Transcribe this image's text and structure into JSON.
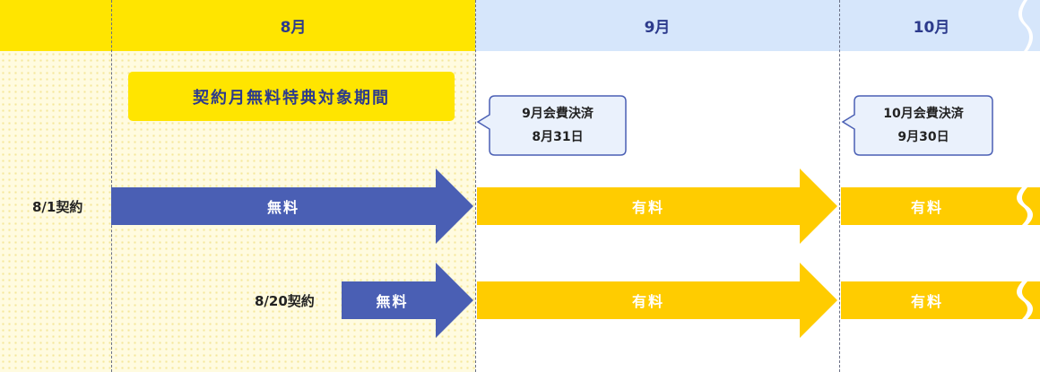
{
  "colors": {
    "yellow_header": "#ffe500",
    "blue_header": "#d6e6fb",
    "dots_bg": "#fffbe0",
    "free_arrow": "#4a5fb4",
    "paid_arrow": "#ffcc00",
    "callout_bg": "#eaf1fc",
    "callout_border": "#4a5fb4"
  },
  "months": {
    "aug": "8月",
    "sep": "9月",
    "oct": "10月"
  },
  "benefit_label": "契約月無料特典対象期間",
  "callouts": {
    "sep_line1": "9月会費決済",
    "sep_line2": "8月31日",
    "oct_line1": "10月会費決済",
    "oct_line2": "9月30日"
  },
  "rows": {
    "row1_label": "8/1契約",
    "row2_label": "8/20契約",
    "free": "無料",
    "paid": "有料"
  }
}
